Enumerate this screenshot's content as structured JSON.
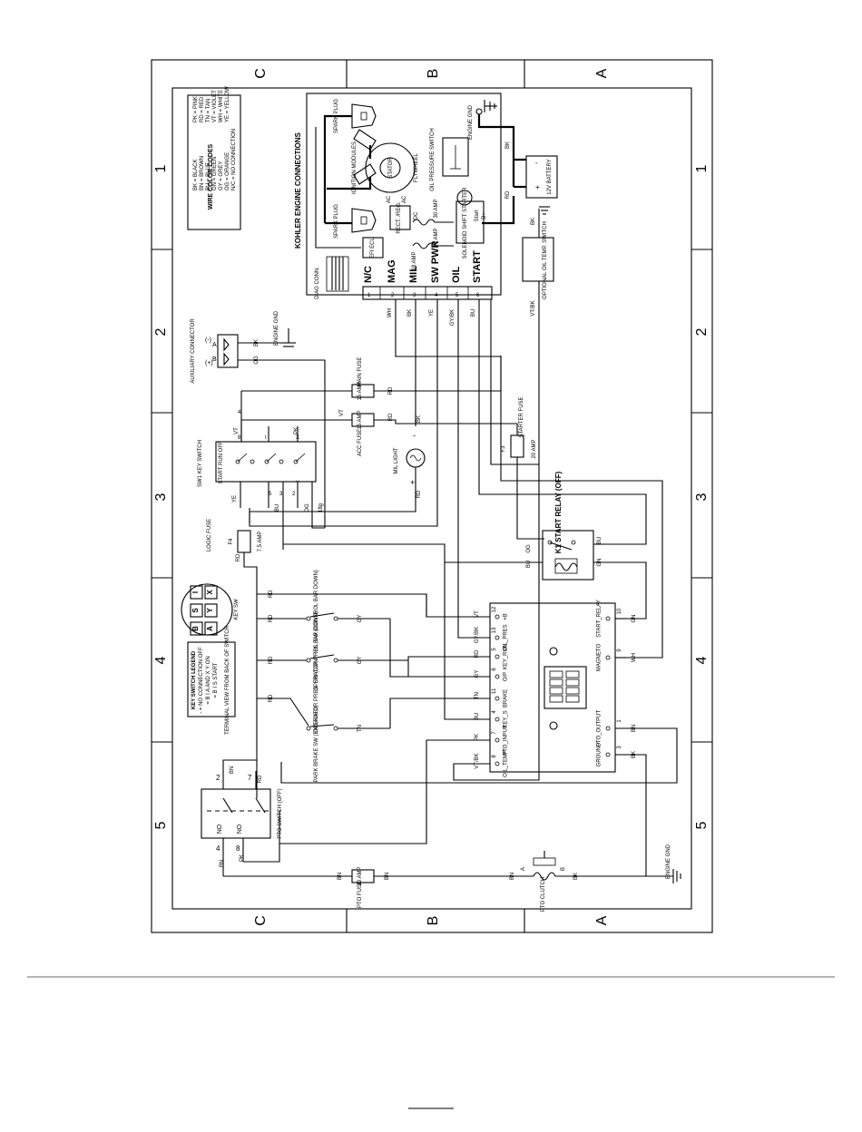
{
  "grid": {
    "rows": [
      "C",
      "B",
      "A"
    ],
    "cols": [
      "1",
      "2",
      "3",
      "4",
      "5"
    ]
  },
  "wire_codes": {
    "title": "WIRE COLOR CODES",
    "col1": [
      "BK = BLACK",
      "BN = BROWN",
      "BU = BLUE",
      "GN = GREEN",
      "GY = GREY",
      "OG = ORANGE",
      "N/C = NO CONNECTION"
    ],
    "col2": [
      "PK = PINK",
      "RD = RED",
      "TN = TAN",
      "VT = VIOLET",
      "WH = WHITE",
      "YE = YELLOW"
    ]
  },
  "engine": {
    "title": "KOHLER ENGINE CONNECTIONS",
    "spark_plug": "SPARK PLUG",
    "ignition": "IGNITION MODULES",
    "flywheel": "FLYWHEEL",
    "stator": "STATOR",
    "ac": "AC",
    "dc": "DC",
    "rect": "RECT. /REG.",
    "amp30": "30 AMP",
    "amp10": "10 AMP",
    "amp18": "18 AMP",
    "efi": "EFI ECU",
    "oil_switch": "OIL PRESSURE SWITCH",
    "solenoid": "SOLENOID SHIFT STARTER",
    "start_small": "Start",
    "bplus": "B+",
    "diag": "DIAG CONN.",
    "pins": [
      "1",
      "2",
      "3",
      "4",
      "5",
      "6"
    ],
    "pin_labels": [
      "N/C",
      "MAG",
      "MIL",
      "SW PWR",
      "OIL",
      "START"
    ],
    "engine_gnd": "ENGINE GND"
  },
  "battery": {
    "label": "12V BATTERY",
    "minus": "-",
    "plus": "+"
  },
  "oil_temp": {
    "label": "OPTIONAL OIL TEMP. SWITCH"
  },
  "aux": {
    "label": "AUXILIARY CONNECTOR",
    "pins": [
      "A",
      "B"
    ],
    "neg": "(-)",
    "pos": "(+)"
  },
  "fuses": {
    "main": "MAIN FUSE",
    "acc": "ACC FUSE",
    "f15": "15 AMP",
    "f15b": "15 AMP",
    "f1": "F1",
    "f2": "F2",
    "f3": "F3",
    "starter_fuse": "STARTER FUSE",
    "f20": "20 AMP",
    "logic": "LOGIC FUSE",
    "f4": "F4",
    "f75": "7.5 AMP",
    "pto": "PTO FUSE",
    "f5": "F5",
    "f10": "10 AMP"
  },
  "keyswitch": {
    "label": "SW1 KEY SWITCH",
    "positions": "START RUN OFF",
    "legend_title": "KEY SWITCH LEGEND",
    "legend": [
      "- = NO CONNECTION  OFF",
      "= B I A AND X Y  ON",
      "= B I S  START"
    ],
    "view": "TERMINAL VIEW FROM BACK OF SWITCH",
    "terms": [
      "X",
      "I",
      "S",
      "Y",
      "A",
      "B"
    ],
    "ksw": "KEY SW"
  },
  "mil": {
    "label": "MIL LIGHT",
    "plus": "+",
    "minus": "-"
  },
  "relay": {
    "label": "K1 START RELAY (OFF)"
  },
  "module": {
    "left_pins": [
      "+B",
      "OIL_PRES",
      "KEY_RUN",
      "O/P",
      "BRAKE",
      "KEY_S",
      "PTO_INPUT",
      "OIL_TEMP"
    ],
    "left_nums": [
      "12",
      "13",
      "5",
      "6",
      "11",
      "4",
      "7",
      "8"
    ],
    "left_wires": [
      "VT",
      "GY/BK",
      "RD",
      "GY",
      "TN",
      "BU",
      "PK",
      "VT/BK"
    ],
    "right_pins": [
      "START_RELAY",
      "MAGNETO",
      "PTO_OUTPUT",
      "GROUND"
    ],
    "right_nums": [
      "10",
      "9",
      "1",
      "3"
    ],
    "right_wires": [
      "GN",
      "WH",
      "BN",
      "BK"
    ]
  },
  "seat": {
    "op1": "OPERATOR PRES. SW (CONTROL BAR DOWN)",
    "op2": "OPERATOR PRES. SW (CONTROL BAR DOWN)",
    "park": "PARK BRAKE SW (ENGAGED)"
  },
  "pto": {
    "switch": "PTO SWITCH (OFF)",
    "clutch": "PTO CLUTCH",
    "no": "NO"
  },
  "wires": {
    "BK": "BK",
    "RD": "RD",
    "OG": "OG",
    "YE": "YE",
    "WH": "WH",
    "VT": "VT",
    "BU": "BU",
    "GN": "GN",
    "GYBK": "GY/BK",
    "VTBK": "VT/BK",
    "GY": "GY",
    "TN": "TN",
    "PK": "PK",
    "BN": "BN",
    "GYBK2": "GY/BK"
  },
  "misc": {
    "engine_gnd": "ENGINE GND",
    "eighteen": "18g",
    "a_label": "A",
    "b_label": "B",
    "one": "1",
    "two": "2",
    "three": "3",
    "four": "4",
    "five": "5",
    "six": "6",
    "seven": "7",
    "eight": "8",
    "nine": "9",
    "x": "X",
    "y": "Y",
    "s": "S",
    "i": "I"
  }
}
